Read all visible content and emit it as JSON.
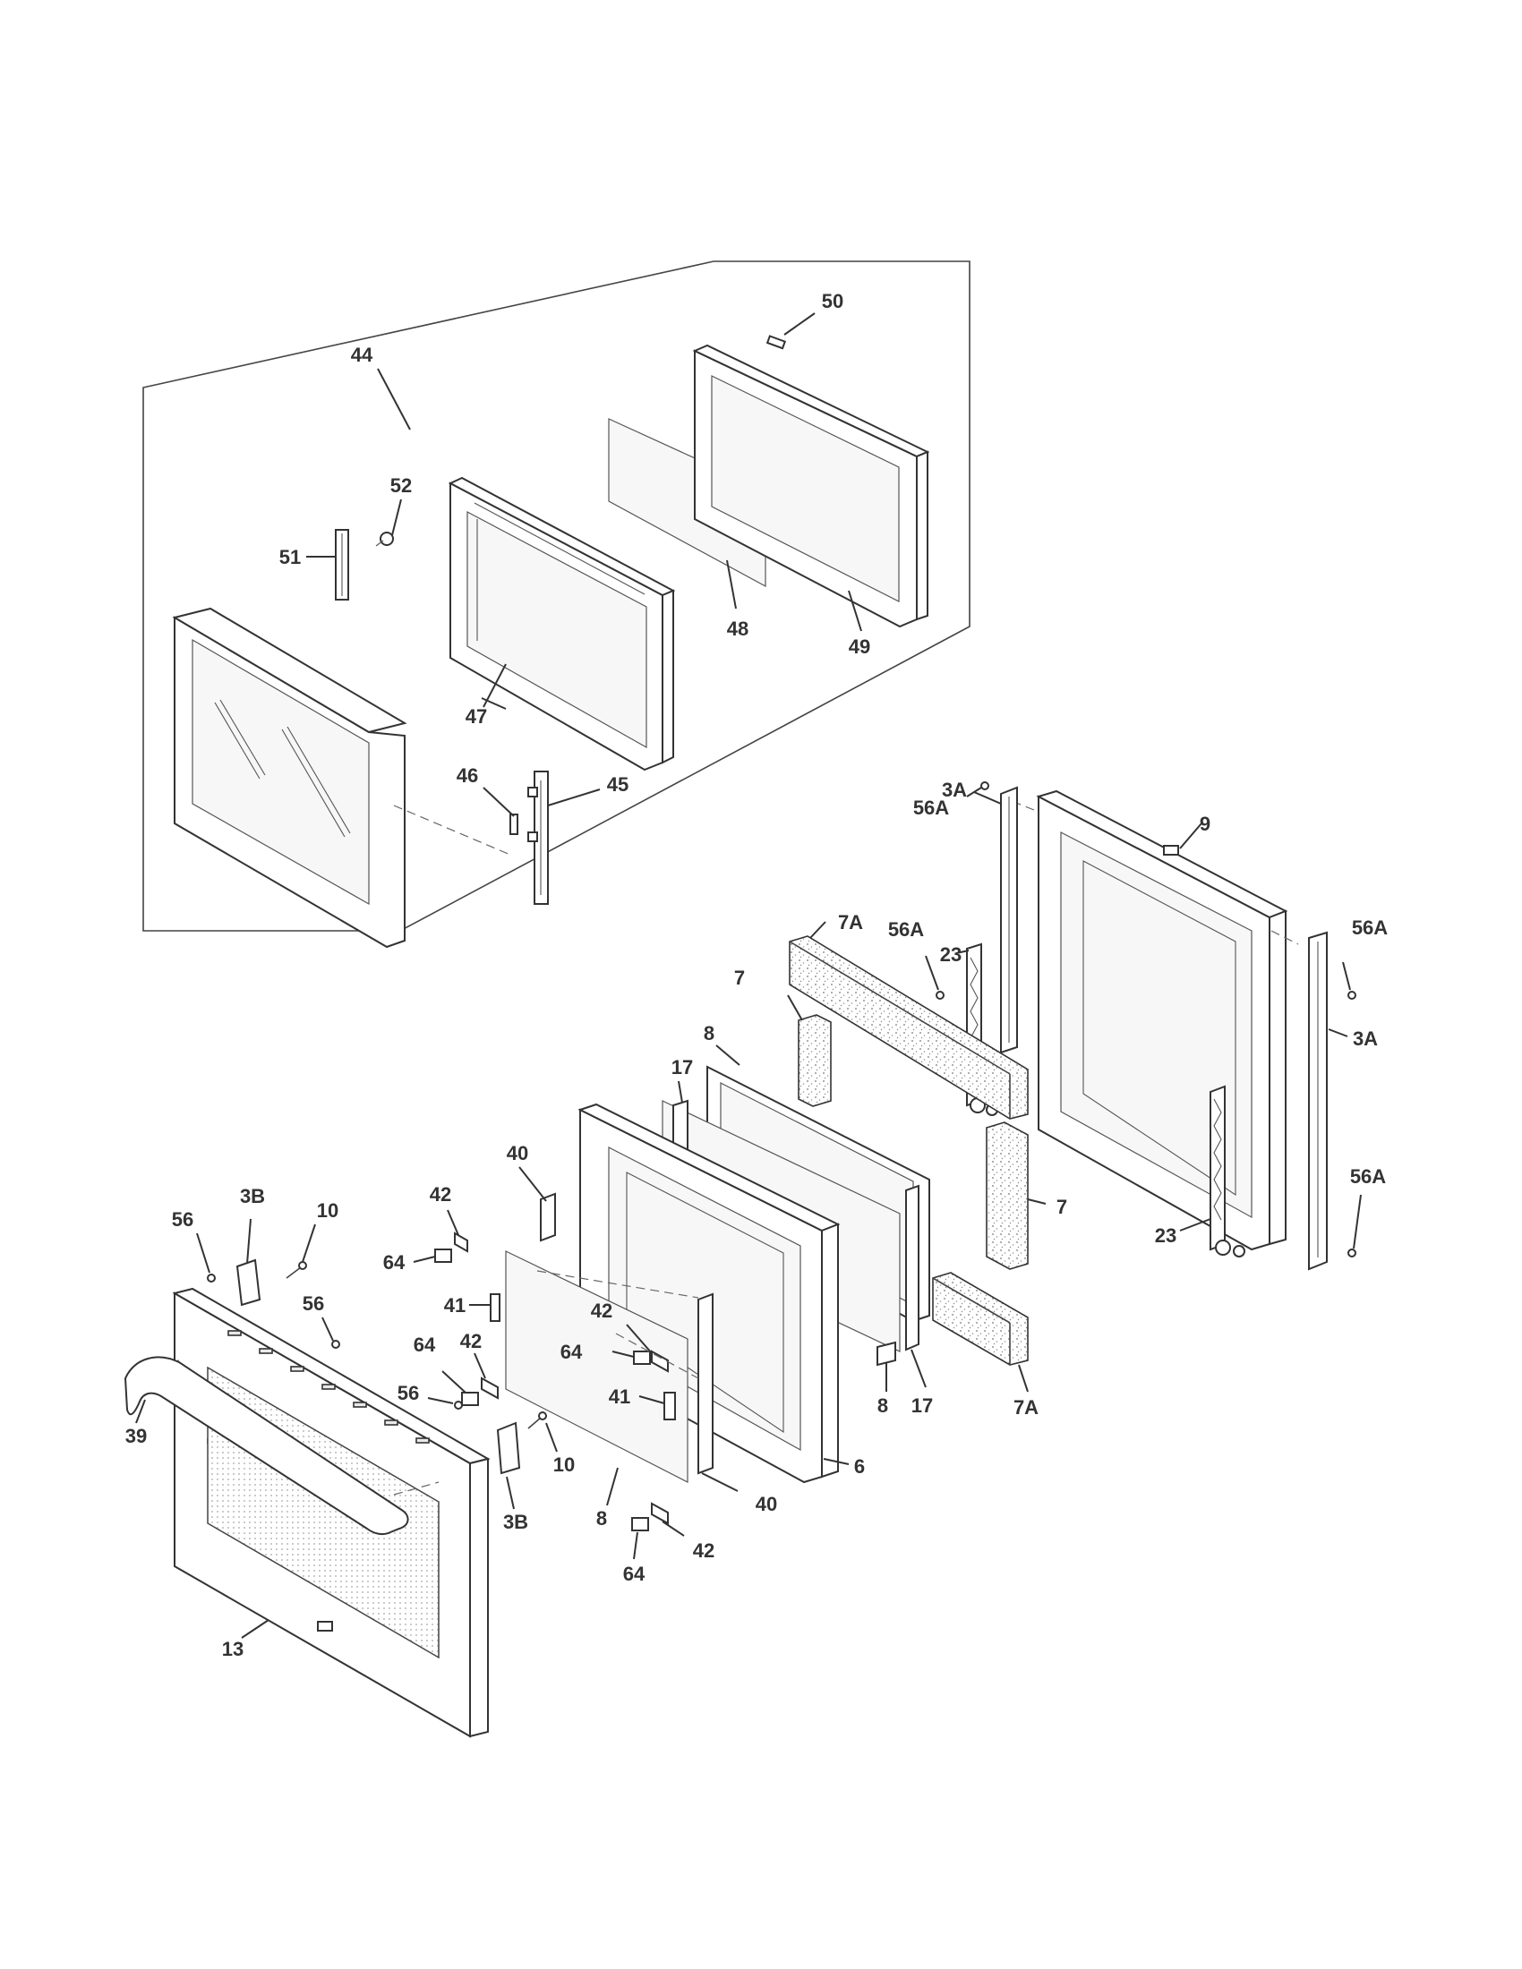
{
  "callouts": [
    {
      "id": "c44",
      "text": "44"
    },
    {
      "id": "c50",
      "text": "50"
    },
    {
      "id": "c52",
      "text": "52"
    },
    {
      "id": "c51",
      "text": "51"
    },
    {
      "id": "c48",
      "text": "48"
    },
    {
      "id": "c49",
      "text": "49"
    },
    {
      "id": "c47",
      "text": "47"
    },
    {
      "id": "c46",
      "text": "46"
    },
    {
      "id": "c45",
      "text": "45"
    },
    {
      "id": "c56A_1",
      "text": "56A"
    },
    {
      "id": "c9",
      "text": "9"
    },
    {
      "id": "c3A_1",
      "text": "3A"
    },
    {
      "id": "c7A_1",
      "text": "7A"
    },
    {
      "id": "c56A_2",
      "text": "56A"
    },
    {
      "id": "c23_1",
      "text": "23"
    },
    {
      "id": "c56A_3",
      "text": "56A"
    },
    {
      "id": "c7_1",
      "text": "7"
    },
    {
      "id": "c3A_2",
      "text": "3A"
    },
    {
      "id": "c8_1",
      "text": "8"
    },
    {
      "id": "c17_1",
      "text": "17"
    },
    {
      "id": "c40_1",
      "text": "40"
    },
    {
      "id": "c3B_1",
      "text": "3B"
    },
    {
      "id": "c10_1",
      "text": "10"
    },
    {
      "id": "c42_1",
      "text": "42"
    },
    {
      "id": "c56_1",
      "text": "56"
    },
    {
      "id": "c56A_4",
      "text": "56A"
    },
    {
      "id": "c7_2",
      "text": "7"
    },
    {
      "id": "c23_2",
      "text": "23"
    },
    {
      "id": "c64_1",
      "text": "64"
    },
    {
      "id": "c56_2",
      "text": "56"
    },
    {
      "id": "c41_1",
      "text": "41"
    },
    {
      "id": "c42_2",
      "text": "42"
    },
    {
      "id": "c64_2",
      "text": "64"
    },
    {
      "id": "c42_3",
      "text": "42"
    },
    {
      "id": "c64_3",
      "text": "64"
    },
    {
      "id": "c56_3",
      "text": "56"
    },
    {
      "id": "c41_2",
      "text": "41"
    },
    {
      "id": "c8_2",
      "text": "8"
    },
    {
      "id": "c17_2",
      "text": "17"
    },
    {
      "id": "c7A_2",
      "text": "7A"
    },
    {
      "id": "c39",
      "text": "39"
    },
    {
      "id": "c10_2",
      "text": "10"
    },
    {
      "id": "c6",
      "text": "6"
    },
    {
      "id": "c3B_2",
      "text": "3B"
    },
    {
      "id": "c8_3",
      "text": "8"
    },
    {
      "id": "c40_2",
      "text": "40"
    },
    {
      "id": "c42_4",
      "text": "42"
    },
    {
      "id": "c64_4",
      "text": "64"
    },
    {
      "id": "c13",
      "text": "13"
    }
  ]
}
